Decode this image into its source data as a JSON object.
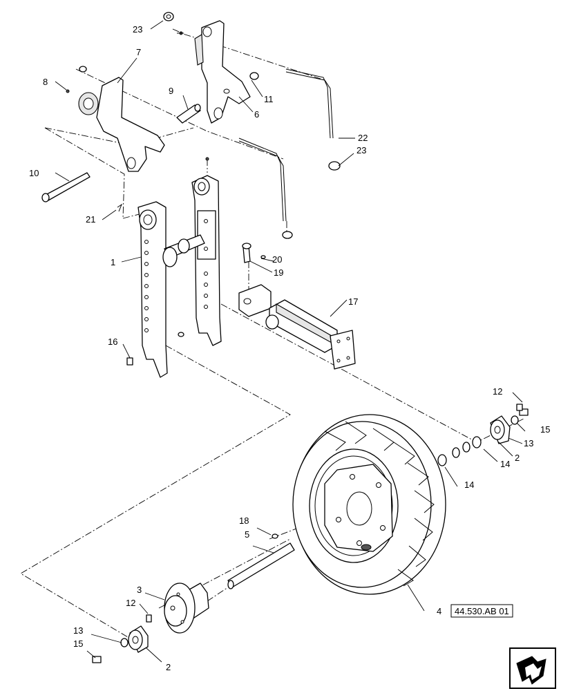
{
  "callouts": {
    "c1": "1",
    "c2a": "2",
    "c2b": "2",
    "c3": "3",
    "c4": "4",
    "c5": "5",
    "c6": "6",
    "c7": "7",
    "c8": "8",
    "c9": "9",
    "c10": "10",
    "c11": "11",
    "c12a": "12",
    "c12b": "12",
    "c13a": "13",
    "c13b": "13",
    "c14a": "14",
    "c14b": "14",
    "c15a": "15",
    "c15b": "15",
    "c16": "16",
    "c17": "17",
    "c18": "18",
    "c19": "19",
    "c20": "20",
    "c21": "21",
    "c22": "22",
    "c23a": "23",
    "c23b": "23"
  },
  "reference": {
    "label": "44.530.AB 01"
  },
  "nav": {
    "icon": "next-page-arrow-icon"
  }
}
